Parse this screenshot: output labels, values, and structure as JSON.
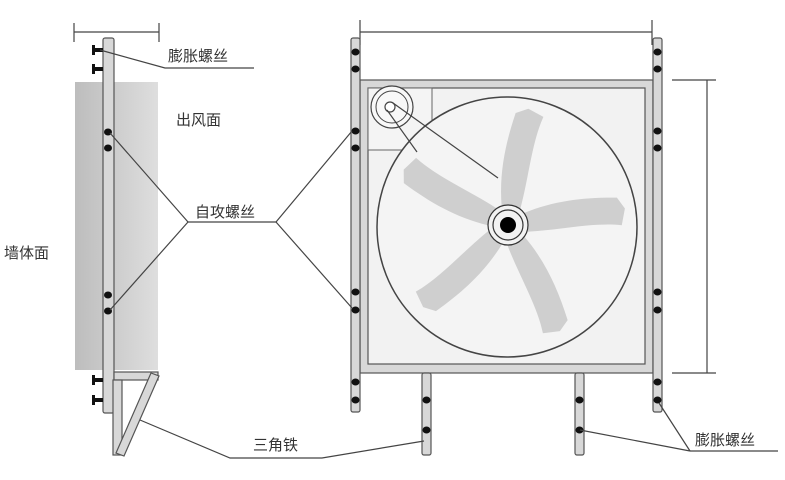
{
  "labels": {
    "expansion_screw_top": "膨胀螺丝",
    "air_outlet_side": "出风面",
    "self_tapping_screw": "自攻螺丝",
    "wall_side": "墙体面",
    "triangle_iron": "三角铁",
    "expansion_screw_bottom": "膨胀螺丝"
  },
  "colors": {
    "wall": "#c8c8c8",
    "frame": "#d8d8d8",
    "panel": "#f2f2f2",
    "blade": "#cfcfcf"
  }
}
